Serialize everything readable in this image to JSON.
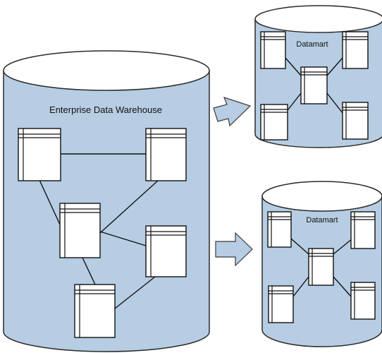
{
  "warehouse": {
    "label": "Enterprise Data Warehouse"
  },
  "datamarts": [
    {
      "label": "Datamart"
    },
    {
      "label": "Datamart"
    }
  ],
  "colors": {
    "cylinder_fill": "#b7cde3",
    "cylinder_top": "#ffffff",
    "outline": "#2a2a2a"
  }
}
